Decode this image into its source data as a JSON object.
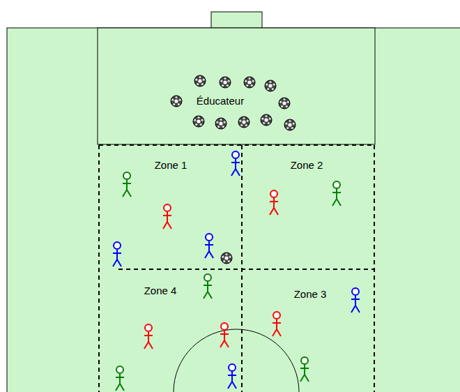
{
  "diagram": {
    "labels": [
      "Éducateur",
      "Zone 1",
      "Zone 2",
      "Zone 3",
      "Zone 4"
    ]
  }
}
